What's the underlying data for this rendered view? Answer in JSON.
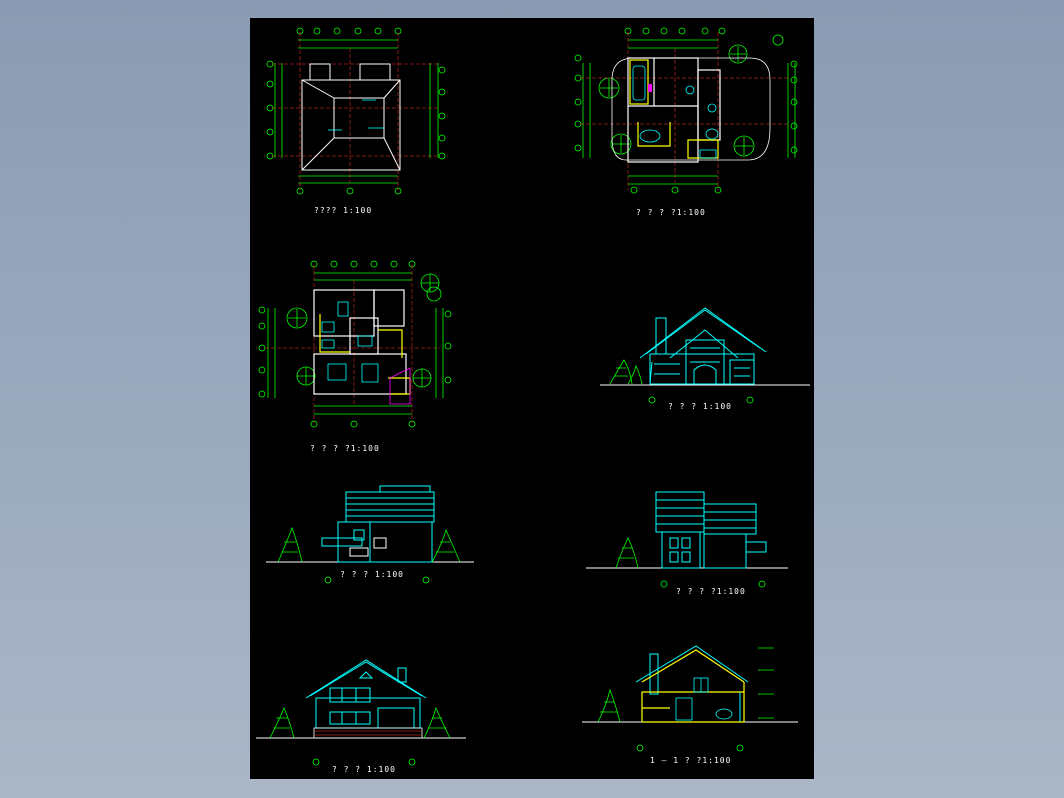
{
  "sheet": {
    "captions": {
      "roof_plan": "???? 1:100",
      "ground_floor_plan": "? ? ? ?1:100",
      "upper_floor_plan": "? ? ? ?1:100",
      "front_elevation": "? ? ? 1:100",
      "left_elevation": "? ? ? 1:100",
      "right_elevation": "? ? ? ?1:100",
      "rear_elevation": "? ? ? 1:100",
      "section": "1 — 1 ? ?1:100"
    },
    "colors": {
      "background": "#000000",
      "axis_line": "#ff3333",
      "dimension": "#00ff00",
      "wall": "#ffffff",
      "elevation": "#00ffff",
      "highlight": "#ffff00",
      "tree": "#00ff00"
    }
  }
}
